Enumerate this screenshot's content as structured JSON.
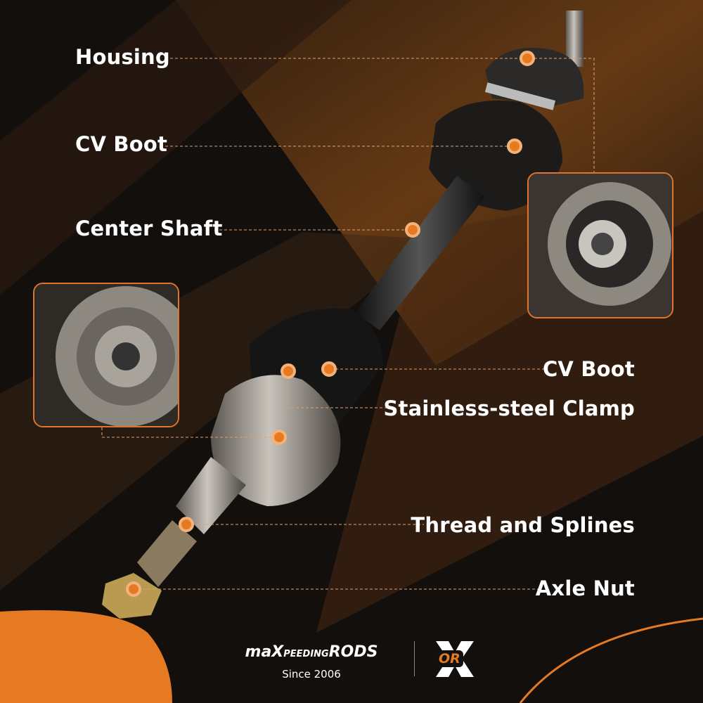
{
  "labels": {
    "housing": "Housing",
    "cv_boot_top": "CV Boot",
    "center_shaft": "Center Shaft",
    "cv_boot_bottom": "CV Boot",
    "clamp": "Stainless-steel Clamp",
    "thread": "Thread and Splines",
    "axle_nut": "Axle Nut"
  },
  "brand": {
    "name_part1": "maX",
    "name_part2": "PEEDING",
    "name_part3": "RODS",
    "since": "Since 2006",
    "badge": "OR"
  },
  "colors": {
    "accent": "#e67a22",
    "background": "#120f0d",
    "brown": "#6b3a14"
  }
}
